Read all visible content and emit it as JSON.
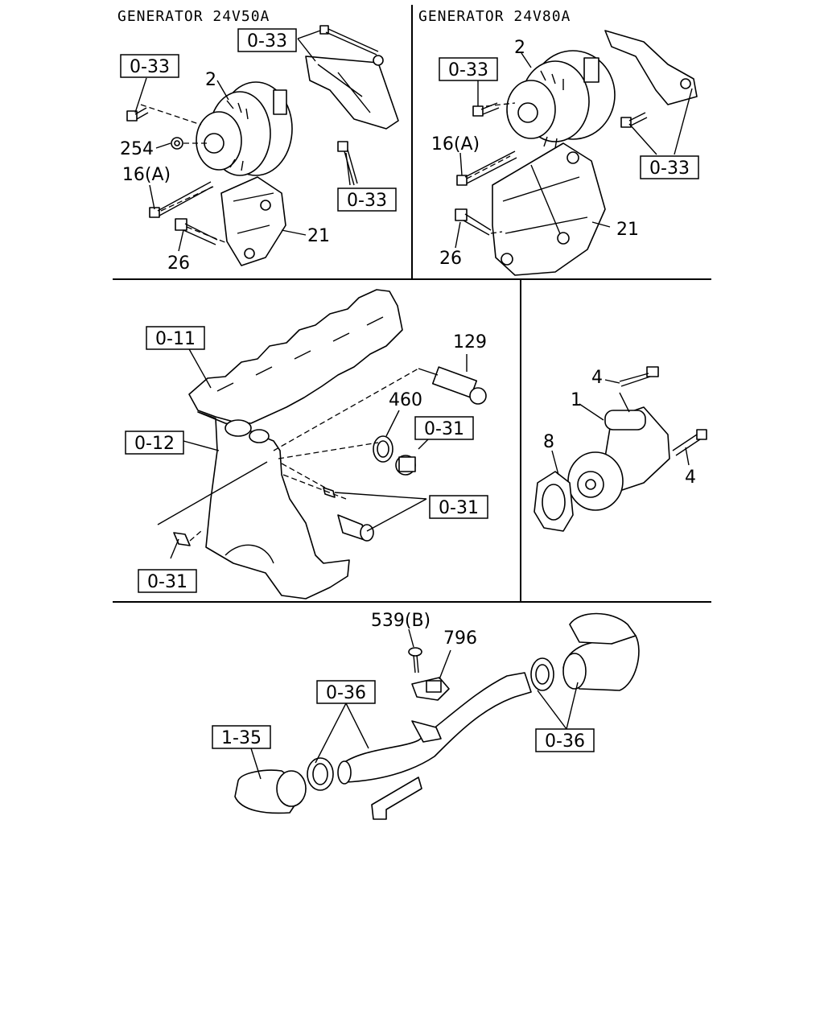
{
  "panels": {
    "gen50": {
      "title": "GENERATOR 24V50A",
      "refs": [
        "0-33",
        "0-33",
        "0-33"
      ],
      "callouts": [
        "2",
        "254",
        "16(A)",
        "21",
        "26"
      ]
    },
    "gen80": {
      "title": "GENERATOR 24V80A",
      "refs": [
        "0-33",
        "0-33"
      ],
      "callouts": [
        "2",
        "16(A)",
        "21",
        "26"
      ]
    },
    "engine": {
      "refs": [
        "0-11",
        "0-12",
        "0-31",
        "0-31",
        "0-31"
      ],
      "callouts": [
        "129",
        "460"
      ]
    },
    "starter": {
      "callouts": [
        "4",
        "1",
        "8",
        "4"
      ]
    },
    "hose": {
      "refs": [
        "1-35",
        "0-36",
        "0-36"
      ],
      "callouts": [
        "539(B)",
        "796"
      ]
    }
  }
}
